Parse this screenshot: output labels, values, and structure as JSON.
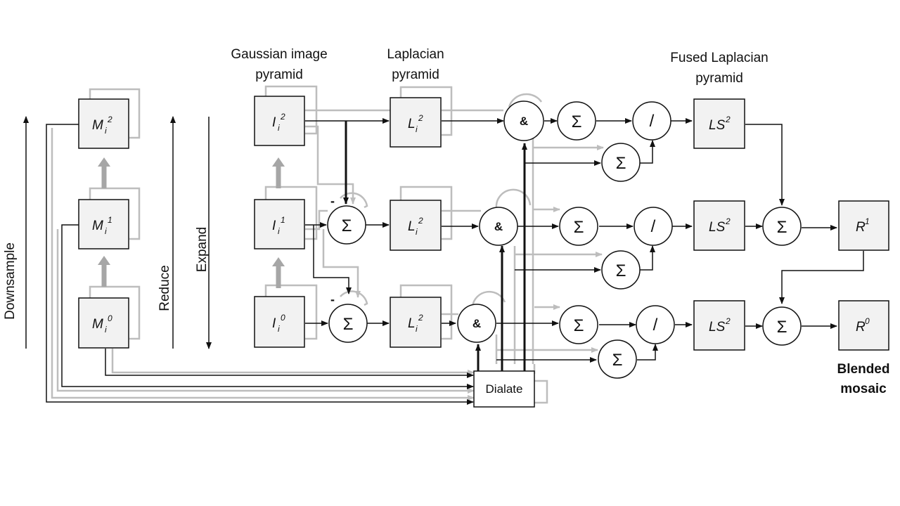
{
  "headers": {
    "gaussian": [
      "Gaussian image",
      "pyramid"
    ],
    "laplacian": [
      "Laplacian",
      "pyramid"
    ],
    "fused": [
      "Fused Laplacian",
      "pyramid"
    ]
  },
  "side_labels": {
    "downsample": "Downsample",
    "reduce": "Reduce",
    "expand": "Expand"
  },
  "mask_boxes": [
    {
      "base": "M",
      "sub": "i",
      "sup": "2"
    },
    {
      "base": "M",
      "sub": "i",
      "sup": "1"
    },
    {
      "base": "M",
      "sub": "i",
      "sup": "0"
    }
  ],
  "image_boxes": [
    {
      "base": "I",
      "sub": "i",
      "sup": "2"
    },
    {
      "base": "I",
      "sub": "i",
      "sup": "1"
    },
    {
      "base": "I",
      "sub": "i",
      "sup": "0"
    }
  ],
  "laplacian_boxes": [
    {
      "base": "L",
      "sub": "i",
      "sup": "2"
    },
    {
      "base": "L",
      "sub": "i",
      "sup": "2"
    },
    {
      "base": "L",
      "sub": "i",
      "sup": "2"
    }
  ],
  "fused_boxes": [
    {
      "base": "LS",
      "sup": "2"
    },
    {
      "base": "LS",
      "sup": "2"
    },
    {
      "base": "LS",
      "sup": "2"
    }
  ],
  "result_boxes": [
    {
      "base": "R",
      "sup": "1"
    },
    {
      "base": "R",
      "sup": "0"
    }
  ],
  "operators": {
    "sum": "Σ",
    "and": "&",
    "divide": "/",
    "minus": "-"
  },
  "dilate_label": "Dialate",
  "output_caption": [
    "Blended",
    "mosaic"
  ],
  "colors": {
    "box_fill": "#f2f2f2",
    "primary_line": "#111111",
    "secondary_line": "#bdbdbd"
  }
}
